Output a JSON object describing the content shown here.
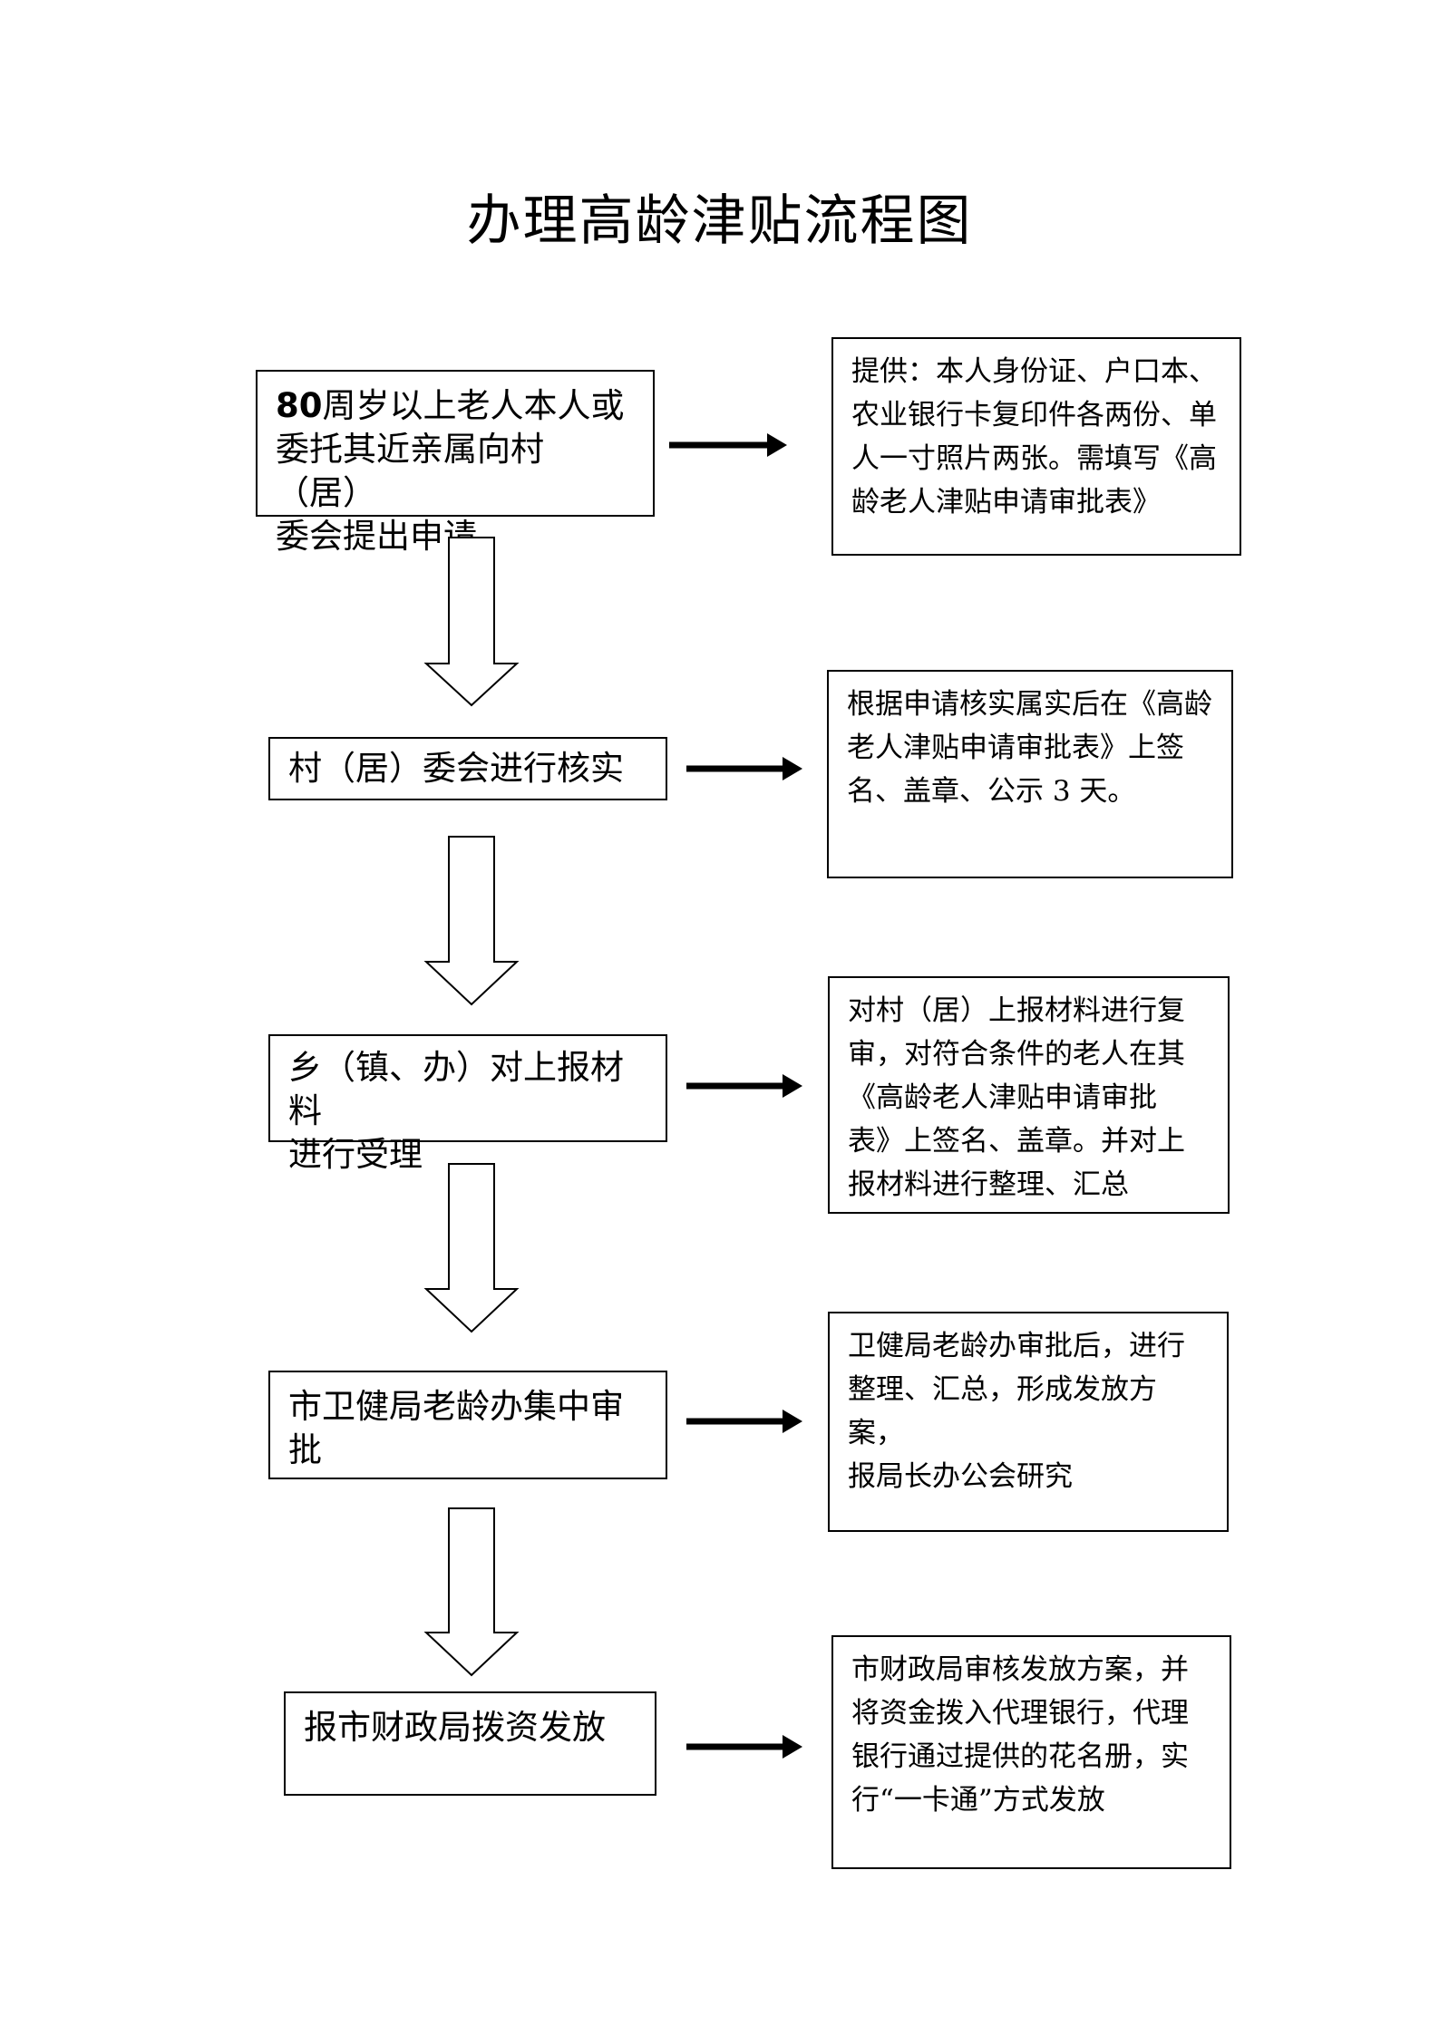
{
  "title": "办理高龄津贴流程图",
  "steps": [
    {
      "lead": "80",
      "label": "周岁以上老人本人或\n委托其近亲属向村（居）\n委会提出申请",
      "note": "提供：本人身份证、户口本、\n农业银行卡复印件各两份、单\n人一寸照片两张。需填写《高\n龄老人津贴申请审批表》"
    },
    {
      "label": "村（居）委会进行核实",
      "note": "根据申请核实属实后在《高龄\n老人津贴申请审批表》上签\n名、盖章、公示 3 天。"
    },
    {
      "label": "乡（镇、办）对上报材料\n进行受理",
      "note": "对村（居）上报材料进行复\n审，对符合条件的老人在其\n《高龄老人津贴申请审批\n表》上签名、盖章。并对上\n报材料进行整理、汇总"
    },
    {
      "label": "市卫健局老龄办集中审\n批",
      "note": "卫健局老龄办审批后，进行\n整理、汇总，形成发放方案，\n报局长办公会研究"
    },
    {
      "label": "报市财政局拨资发放",
      "note": "市财政局审核发放方案，并\n将资金拨入代理银行，代理\n银行通过提供的花名册，实\n行“一卡通”方式发放"
    }
  ]
}
